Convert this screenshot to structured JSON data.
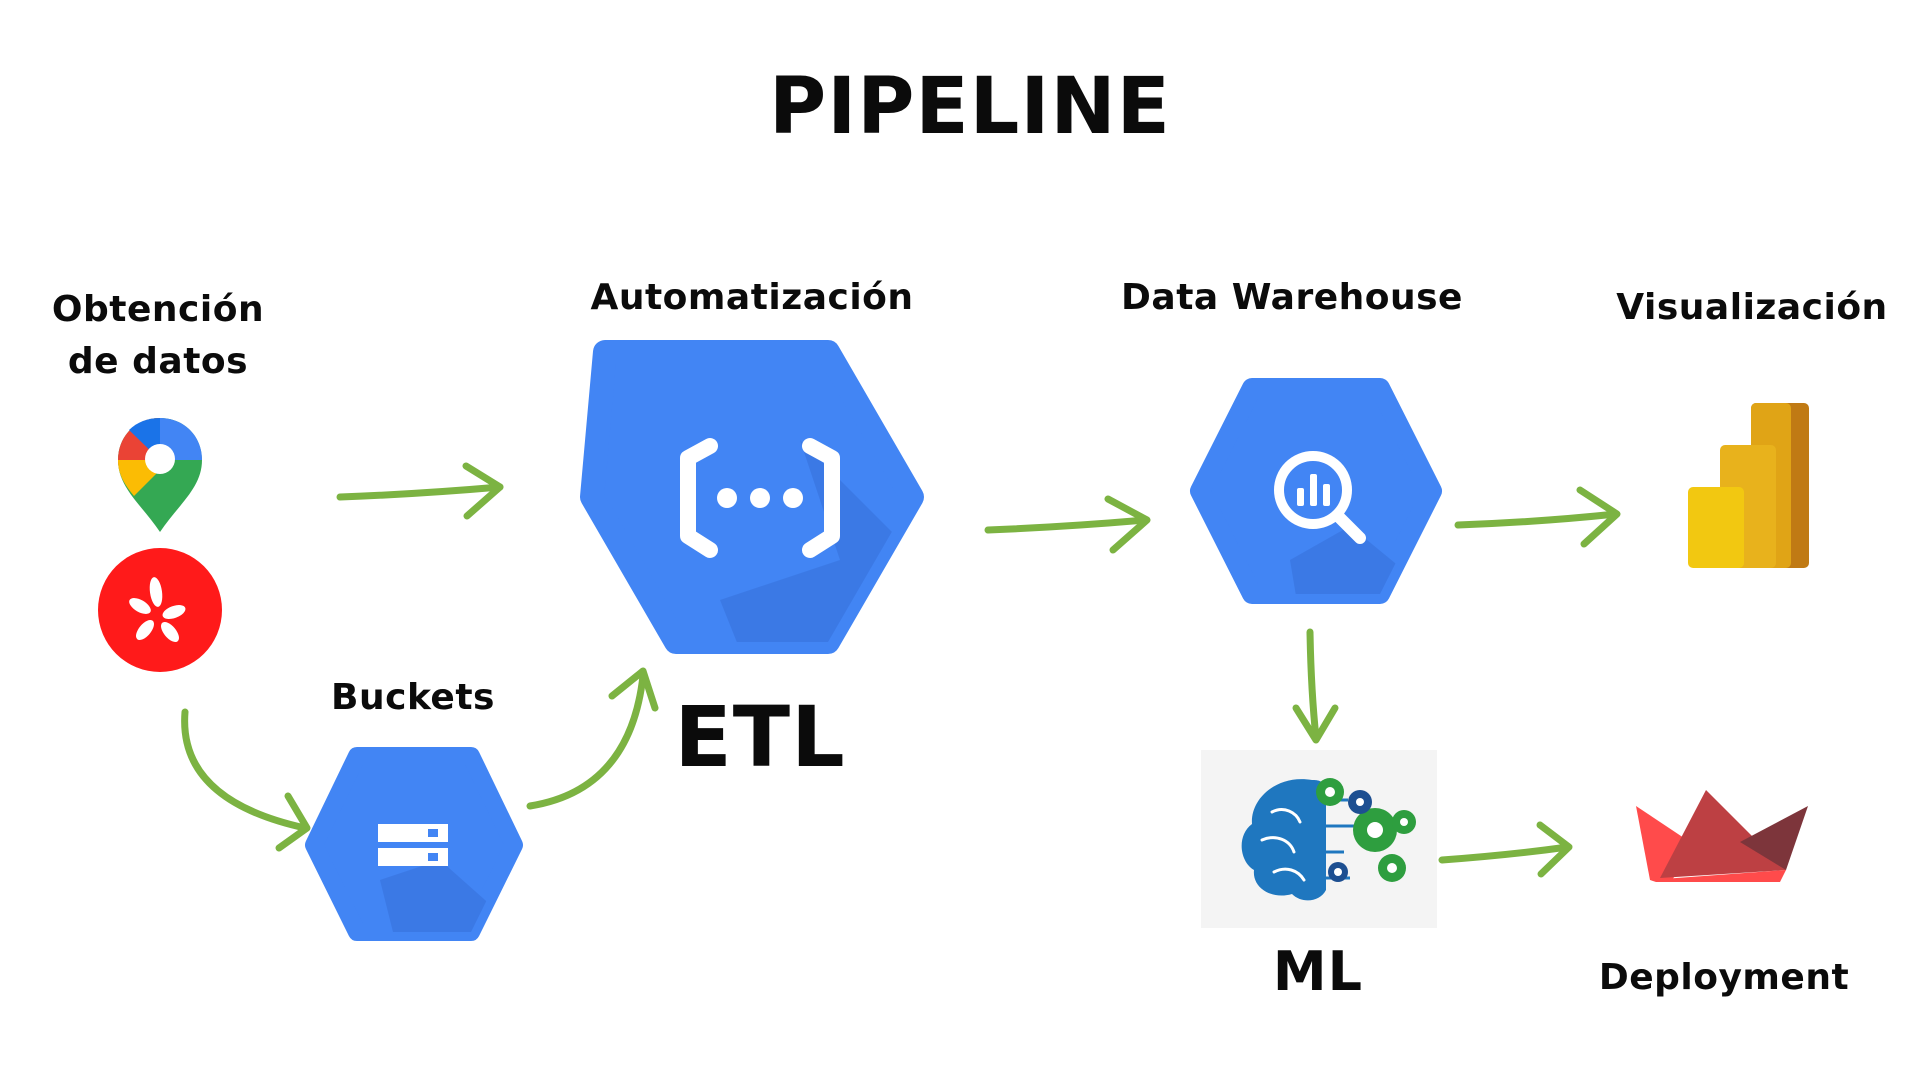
{
  "title": "PIPELINE",
  "stages": {
    "obtencion": {
      "line1": "Obtención",
      "line2": "de datos"
    },
    "buckets": "Buckets",
    "automatizacion": "Automatización",
    "etl": "ETL",
    "data_warehouse": "Data Warehouse",
    "ml": "ML",
    "visualizacion": "Visualización",
    "deployment": "Deployment"
  },
  "colors": {
    "gcp_blue": "#4285f4",
    "gcp_shadow": "#3a76e0",
    "arrow_green": "#7cb342",
    "yelp_red": "#ff1a1a",
    "powerbi_gold": "#f2c811",
    "streamlit_red": "#ff4b4b"
  },
  "icons": [
    "google-maps-icon",
    "yelp-icon",
    "cloud-storage-icon",
    "cloud-functions-icon",
    "bigquery-icon",
    "ml-brain-icon",
    "power-bi-icon",
    "streamlit-icon"
  ]
}
